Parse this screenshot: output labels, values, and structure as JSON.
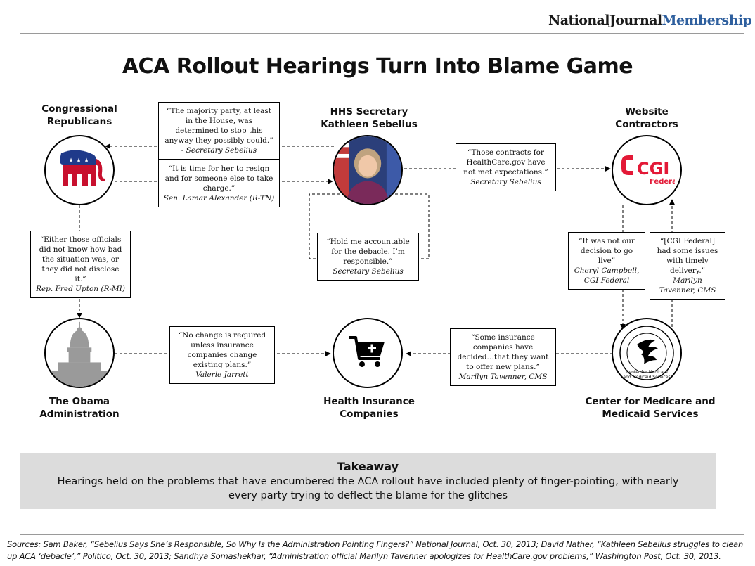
{
  "brand": {
    "part1": "NationalJournal",
    "part2": "Membership"
  },
  "title": "ACA Rollout Hearings Turn Into Blame Game",
  "nodes": {
    "republicans": {
      "label": "Congressional Republicans"
    },
    "sebelius": {
      "label": "HHS Secretary Kathleen Sebelius"
    },
    "contractors": {
      "label": "Website Contractors",
      "logo_text": "CGI",
      "logo_sub": "Federal"
    },
    "obama": {
      "label": "The Obama Administration"
    },
    "insurers": {
      "label": "Health Insurance Companies"
    },
    "cms": {
      "label": "Center for Medicare and Medicaid Services",
      "seal_text": "Center for Medicare and Medicaid Services"
    }
  },
  "quotes": {
    "q1": {
      "text": "“The majority party, at least in the House, was determined to stop this anyway they possibly could.”",
      "attribution": "- Secretary Sebelius"
    },
    "q2": {
      "text": "“It is time for her to resign and for someone else to take charge.”",
      "attribution": "Sen. Lamar Alexander (R-TN)"
    },
    "q3": {
      "text": "“Those contracts for HealthCare.gov have not met expectations.”",
      "attribution": "Secretary Sebelius"
    },
    "q4": {
      "text": "“Hold me accountable for the debacle. I’m responsible.”",
      "attribution": "Secretary Sebelius"
    },
    "q5": {
      "text": "“Either those officials did not know how bad the situation was, or they did not disclose it.”",
      "attribution": "Rep. Fred Upton (R-MI)"
    },
    "q6": {
      "text": "“It was not our decision to go live”",
      "attribution": "Cheryl Campbell, CGI Federal"
    },
    "q7": {
      "text": "“[CGI Federal] had some issues with timely delivery.”",
      "attribution": "Marilyn Tavenner, CMS"
    },
    "q8": {
      "text": "“No change is required unless insurance companies change existing plans.”",
      "attribution": "Valerie Jarrett"
    },
    "q9": {
      "text": "“Some insurance companies have decided…that they want to offer new plans.”",
      "attribution": "Marilyn Tavenner, CMS"
    }
  },
  "takeaway": {
    "heading": "Takeaway",
    "body": "Hearings held on the problems that have encumbered the ACA rollout have included plenty of finger-pointing, with nearly every party trying to deflect the blame for the glitches"
  },
  "sources": "Sources: Sam Baker, “Sebelius Says She’s Responsible, So Why Is the Administration Pointing Fingers?” National Journal, Oct. 30, 2013; David Nather, “Kathleen Sebelius struggles to clean up ACA ‘debacle’,” Politico, Oct. 30, 2013; Sandhya Somashekhar, “Administration official Marilyn Tavenner apologizes for HealthCare.gov problems,” Washington Post, Oct. 30, 2013.",
  "colors": {
    "brand_blue": "#2e5f9e",
    "gop_red": "#c8102e",
    "gop_blue": "#1f3a8a",
    "cgi_red": "#e31937",
    "takeaway_bg": "#dcdcdc"
  }
}
